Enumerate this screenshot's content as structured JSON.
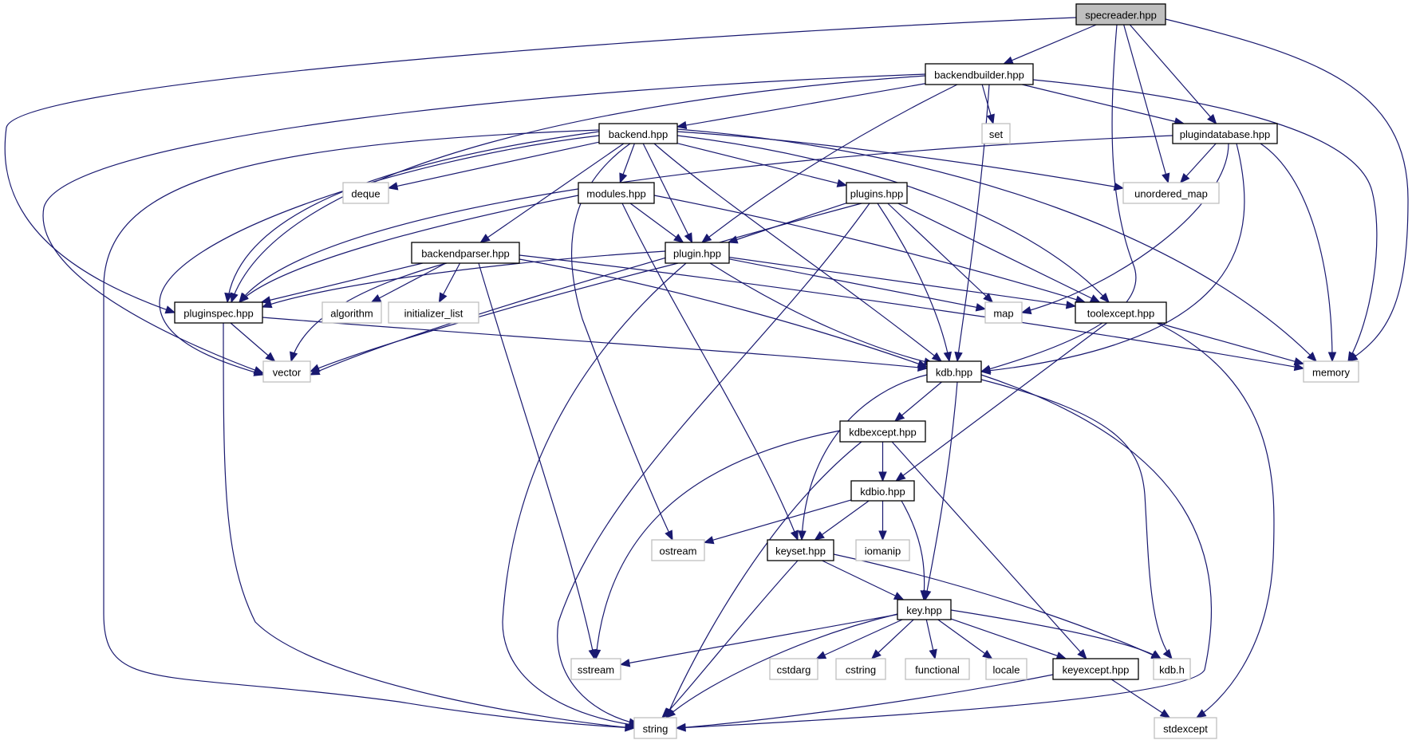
{
  "graph": {
    "title": "specreader.hpp include dependency graph",
    "edge_color": "#191970",
    "root_fill": "#bfbfbf",
    "internal_border": "#000000",
    "external_border": "#bfbfbf",
    "nodes": [
      {
        "id": "specreader",
        "label": "specreader.hpp",
        "kind": "root"
      },
      {
        "id": "backendbuilder",
        "label": "backendbuilder.hpp",
        "kind": "internal"
      },
      {
        "id": "backend",
        "label": "backend.hpp",
        "kind": "internal"
      },
      {
        "id": "set",
        "label": "set",
        "kind": "external"
      },
      {
        "id": "plugindatabase",
        "label": "plugindatabase.hpp",
        "kind": "internal"
      },
      {
        "id": "deque",
        "label": "deque",
        "kind": "external"
      },
      {
        "id": "modules",
        "label": "modules.hpp",
        "kind": "internal"
      },
      {
        "id": "plugins",
        "label": "plugins.hpp",
        "kind": "internal"
      },
      {
        "id": "unordered_map",
        "label": "unordered_map",
        "kind": "external"
      },
      {
        "id": "backendparser",
        "label": "backendparser.hpp",
        "kind": "internal"
      },
      {
        "id": "plugin",
        "label": "plugin.hpp",
        "kind": "internal"
      },
      {
        "id": "pluginspec",
        "label": "pluginspec.hpp",
        "kind": "internal"
      },
      {
        "id": "algorithm",
        "label": "algorithm",
        "kind": "external"
      },
      {
        "id": "initializer_list",
        "label": "initializer_list",
        "kind": "external"
      },
      {
        "id": "map",
        "label": "map",
        "kind": "external"
      },
      {
        "id": "toolexcept",
        "label": "toolexcept.hpp",
        "kind": "internal"
      },
      {
        "id": "vector",
        "label": "vector",
        "kind": "external"
      },
      {
        "id": "kdb",
        "label": "kdb.hpp",
        "kind": "internal"
      },
      {
        "id": "memory",
        "label": "memory",
        "kind": "external"
      },
      {
        "id": "kdbexcept",
        "label": "kdbexcept.hpp",
        "kind": "internal"
      },
      {
        "id": "kdbio",
        "label": "kdbio.hpp",
        "kind": "internal"
      },
      {
        "id": "ostream",
        "label": "ostream",
        "kind": "external"
      },
      {
        "id": "keyset",
        "label": "keyset.hpp",
        "kind": "internal"
      },
      {
        "id": "iomanip",
        "label": "iomanip",
        "kind": "external"
      },
      {
        "id": "key",
        "label": "key.hpp",
        "kind": "internal"
      },
      {
        "id": "sstream",
        "label": "sstream",
        "kind": "external"
      },
      {
        "id": "cstdarg",
        "label": "cstdarg",
        "kind": "external"
      },
      {
        "id": "cstring",
        "label": "cstring",
        "kind": "external"
      },
      {
        "id": "functional",
        "label": "functional",
        "kind": "external"
      },
      {
        "id": "locale",
        "label": "locale",
        "kind": "external"
      },
      {
        "id": "keyexcept",
        "label": "keyexcept.hpp",
        "kind": "internal"
      },
      {
        "id": "kdb_h",
        "label": "kdb.h",
        "kind": "external"
      },
      {
        "id": "string",
        "label": "string",
        "kind": "external"
      },
      {
        "id": "stdexcept",
        "label": "stdexcept",
        "kind": "external"
      }
    ],
    "edges": [
      [
        "specreader",
        "backendbuilder"
      ],
      [
        "specreader",
        "pluginspec"
      ],
      [
        "specreader",
        "plugindatabase"
      ],
      [
        "specreader",
        "unordered_map"
      ],
      [
        "specreader",
        "kdb"
      ],
      [
        "specreader",
        "memory"
      ],
      [
        "backendbuilder",
        "backend"
      ],
      [
        "backendbuilder",
        "set"
      ],
      [
        "backendbuilder",
        "plugindatabase"
      ],
      [
        "backendbuilder",
        "pluginspec"
      ],
      [
        "backendbuilder",
        "plugin"
      ],
      [
        "backendbuilder",
        "vector"
      ],
      [
        "backendbuilder",
        "kdb"
      ],
      [
        "backendbuilder",
        "memory"
      ],
      [
        "backend",
        "deque"
      ],
      [
        "backend",
        "modules"
      ],
      [
        "backend",
        "plugins"
      ],
      [
        "backend",
        "backendparser"
      ],
      [
        "backend",
        "plugin"
      ],
      [
        "backend",
        "pluginspec"
      ],
      [
        "backend",
        "unordered_map"
      ],
      [
        "backend",
        "toolexcept"
      ],
      [
        "backend",
        "kdb"
      ],
      [
        "backend",
        "vector"
      ],
      [
        "backend",
        "string"
      ],
      [
        "backend",
        "ostream"
      ],
      [
        "backend",
        "memory"
      ],
      [
        "plugindatabase",
        "pluginspec"
      ],
      [
        "plugindatabase",
        "unordered_map"
      ],
      [
        "plugindatabase",
        "map"
      ],
      [
        "plugindatabase",
        "kdb"
      ],
      [
        "plugindatabase",
        "memory"
      ],
      [
        "modules",
        "plugin"
      ],
      [
        "modules",
        "pluginspec"
      ],
      [
        "modules",
        "keyset"
      ],
      [
        "modules",
        "toolexcept"
      ],
      [
        "plugins",
        "plugin"
      ],
      [
        "plugins",
        "map"
      ],
      [
        "plugins",
        "toolexcept"
      ],
      [
        "plugins",
        "kdb"
      ],
      [
        "plugins",
        "vector"
      ],
      [
        "plugins",
        "string"
      ],
      [
        "backendparser",
        "pluginspec"
      ],
      [
        "backendparser",
        "algorithm"
      ],
      [
        "backendparser",
        "initializer_list"
      ],
      [
        "backendparser",
        "vector"
      ],
      [
        "backendparser",
        "kdb"
      ],
      [
        "backendparser",
        "sstream"
      ],
      [
        "backendparser",
        "memory"
      ],
      [
        "plugin",
        "pluginspec"
      ],
      [
        "plugin",
        "map"
      ],
      [
        "plugin",
        "toolexcept"
      ],
      [
        "plugin",
        "kdb"
      ],
      [
        "plugin",
        "vector"
      ],
      [
        "plugin",
        "string"
      ],
      [
        "pluginspec",
        "vector"
      ],
      [
        "pluginspec",
        "kdb"
      ],
      [
        "pluginspec",
        "string"
      ],
      [
        "toolexcept",
        "kdbio"
      ],
      [
        "toolexcept",
        "memory"
      ],
      [
        "toolexcept",
        "stdexcept"
      ],
      [
        "kdb",
        "kdbexcept"
      ],
      [
        "kdb",
        "keyset"
      ],
      [
        "kdb",
        "key"
      ],
      [
        "kdb",
        "kdb_h"
      ],
      [
        "kdb",
        "string"
      ],
      [
        "kdbexcept",
        "kdbio"
      ],
      [
        "kdbexcept",
        "keyexcept"
      ],
      [
        "kdbexcept",
        "sstream"
      ],
      [
        "kdbexcept",
        "string"
      ],
      [
        "kdbio",
        "ostream"
      ],
      [
        "kdbio",
        "keyset"
      ],
      [
        "kdbio",
        "iomanip"
      ],
      [
        "kdbio",
        "key"
      ],
      [
        "keyset",
        "key"
      ],
      [
        "keyset",
        "kdb_h"
      ],
      [
        "keyset",
        "string"
      ],
      [
        "key",
        "sstream"
      ],
      [
        "key",
        "cstdarg"
      ],
      [
        "key",
        "cstring"
      ],
      [
        "key",
        "functional"
      ],
      [
        "key",
        "locale"
      ],
      [
        "key",
        "keyexcept"
      ],
      [
        "key",
        "kdb_h"
      ],
      [
        "key",
        "string"
      ],
      [
        "keyexcept",
        "string"
      ],
      [
        "keyexcept",
        "stdexcept"
      ]
    ]
  }
}
